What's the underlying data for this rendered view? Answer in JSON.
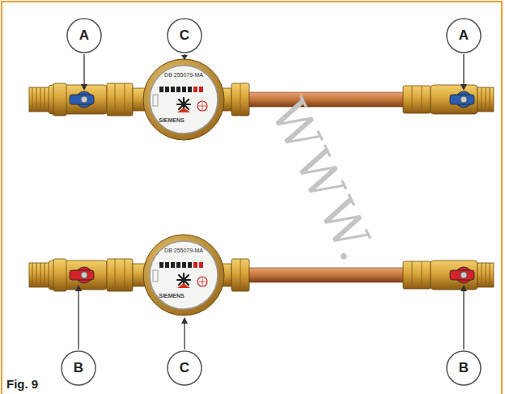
{
  "diagram": {
    "nodes": [
      {
        "text": [
          "A"
        ]
      },
      {
        "text": [
          "C"
        ]
      },
      {
        "text": [
          "A"
        ]
      },
      {
        "text": [
          "B"
        ]
      },
      {
        "text": [
          "C"
        ]
      },
      {
        "text": [
          "B"
        ]
      }
    ],
    "labels": [
      "DB 255079-MA",
      "SIEMENS",
      "DB 255079-MA",
      "SIEMENS",
      "Fig. 9",
      "WWW."
    ]
  }
}
